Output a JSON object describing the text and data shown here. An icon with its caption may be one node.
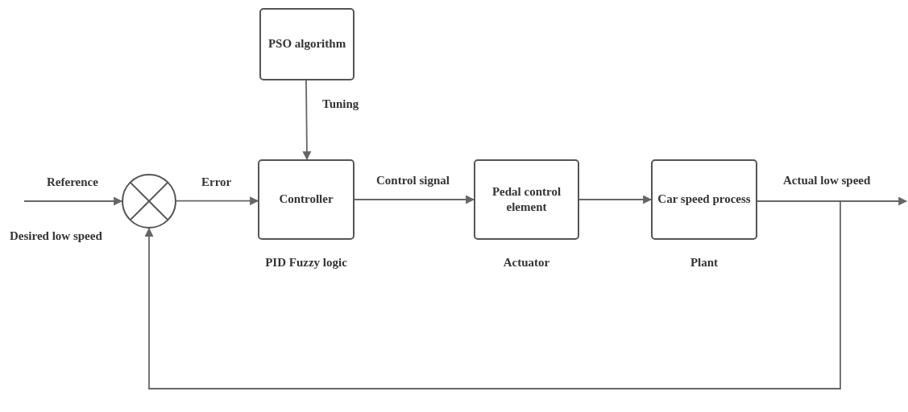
{
  "diagram": {
    "nodes": [
      {
        "text": [
          "PSO algorithm"
        ]
      },
      {
        "text": [],
        "shape": "circle"
      },
      {
        "text": [
          "Controller"
        ],
        "beside": [
          "PID Fuzzy logic"
        ]
      },
      {
        "text": [
          "Pedal control element"
        ],
        "beside": [
          "Actuator"
        ]
      },
      {
        "text": [
          "Car speed process"
        ],
        "beside": [
          "Plant"
        ]
      }
    ],
    "edges": [
      {
        "from": null,
        "to": 1,
        "arrow": "to",
        "label": "Reference"
      },
      {
        "from": 1,
        "to": 2,
        "arrow": "to",
        "label": "Error"
      },
      {
        "from": 0,
        "to": 2,
        "arrow": "to",
        "label": "Tuning"
      },
      {
        "from": 2,
        "to": 3,
        "arrow": "to",
        "label": "Control signal"
      },
      {
        "from": 3,
        "to": 4,
        "arrow": "to"
      },
      {
        "from": 4,
        "to": null,
        "arrow": "to",
        "label": "Actual low speed"
      },
      {
        "from": 4,
        "to": 1,
        "arrow": "to"
      }
    ],
    "labels": [
      "Desired low speed"
    ]
  }
}
